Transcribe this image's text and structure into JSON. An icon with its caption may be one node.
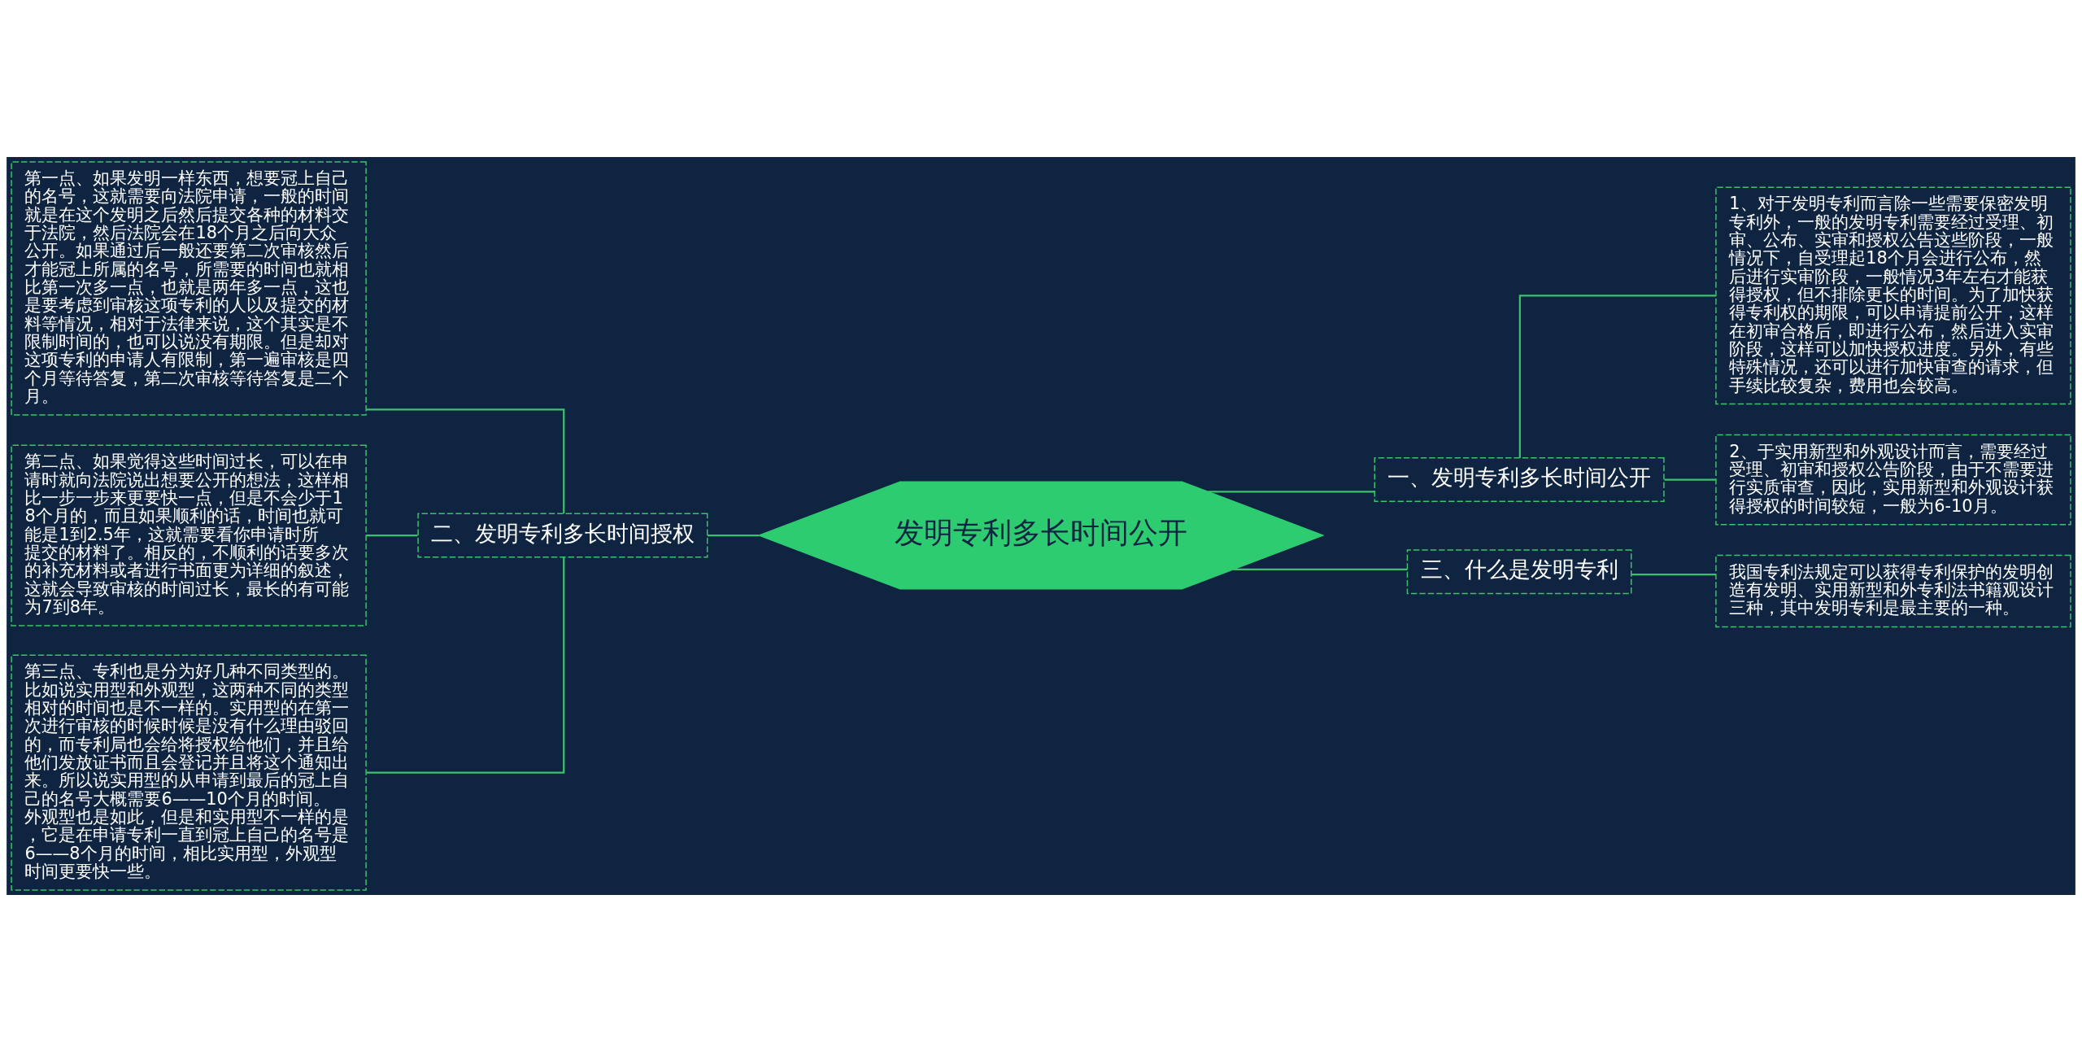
{
  "diagram": {
    "nodes": [
      {
        "text": [
          "发明专利多长时间公开"
        ]
      },
      {
        "text": [
          "一、发明专利多长时间公开"
        ]
      },
      {
        "text": [
          "1、对于发明专利而言除一些需要保密发明专利外，一般的发明专利需要经过受理、初审、公布、实审和授权公告这些阶段，一般情况下，自受理起18个月会进行公布，然后进行实审阶段，一般情况3年左右才能获得授权，但不排除更长的时间。为了加快获得专利权的期限，可以申请提前公开，这样在初审合格后，即进行公布，然后进入实审阶段，这样可以加快授权进度。另外，有些特殊情况，还可以进行加快审查的请求，但手续比较复杂，费用也会较高。"
        ]
      },
      {
        "text": [
          "2、于实用新型和外观设计而言，需要经过受理、初审和授权公告阶段，由于不需要进行实质审查，因此，实用新型和外观设计获得授权的时间较短，一般为6-10月。"
        ]
      },
      {
        "text": [
          "三、什么是发明专利"
        ]
      },
      {
        "text": [
          "我国专利法规定可以获得专利保护的发明创造有发明、实用新型和外专利法书籍观设计三种，其中发明专利是最主要的一种。"
        ]
      },
      {
        "text": [
          "二、发明专利多长时间授权"
        ]
      },
      {
        "text": [
          "第一点、如果发明一样东西，想要冠上自己的名号，这就需要向法院申请，一般的时间就是在这个发明之后然后提交各种的材料交于法院，然后法院会在18个月之后向大众公开。如果通过后一般还要第二次审核然后才能冠上所属的名号，所需要的时间也就相比第一次多一点，也就是两年多一点，这也是要考虑到审核这项专利的人以及提交的材料等情况，相对于法律来说，这个其实是不限制时间的，也可以说没有期限。但是却对这项专利的申请人有限制，第一遍审核是四个月等待答复，第二次审核等待答复是二个月。"
        ]
      },
      {
        "text": [
          "第二点、如果觉得这些时间过长，可以在申请时就向法院说出想要公开的想法，这样相比一步一步来更要快一点，但是不会少于18个月的，而且如果顺利的话，时间也就可能是1到2.5年，这就需要看你申请时所提交的材料了。相反的，不顺利的话要多次的补充材料或者进行书面更为详细的叙述，这就会导致审核的时间过长，最长的有可能为7到8年。"
        ]
      },
      {
        "text": [
          "第三点、专利也是分为好几种不同类型的。比如说实用型和外观型，这两种不同的类型相对的时间也是不一样的。实用型的在第一次进行审核的时候时候是没有什么理由驳回的，而专利局也会给将授权给他们，并且给他们发放证书而且会登记并且将这个通知出来。所以说实用型的从申请到最后的冠上自己的名号大概需要6——10个月的时间。外观型也是如此，但是和实用型不一样的是，它是在申请专利一直到冠上自己的名号是6——8个月的时间，相比实用型，外观型时间更要快一些。"
        ]
      }
    ],
    "edges": [
      {
        "from": 0,
        "to": 1,
        "arrow": "none"
      },
      {
        "from": 1,
        "to": 2,
        "arrow": "none"
      },
      {
        "from": 1,
        "to": 3,
        "arrow": "none"
      },
      {
        "from": 0,
        "to": 4,
        "arrow": "none"
      },
      {
        "from": 4,
        "to": 5,
        "arrow": "none"
      },
      {
        "from": 0,
        "to": 6,
        "arrow": "none"
      },
      {
        "from": 6,
        "to": 7,
        "arrow": "none"
      },
      {
        "from": 6,
        "to": 8,
        "arrow": "none"
      },
      {
        "from": 6,
        "to": 9,
        "arrow": "none"
      }
    ]
  }
}
